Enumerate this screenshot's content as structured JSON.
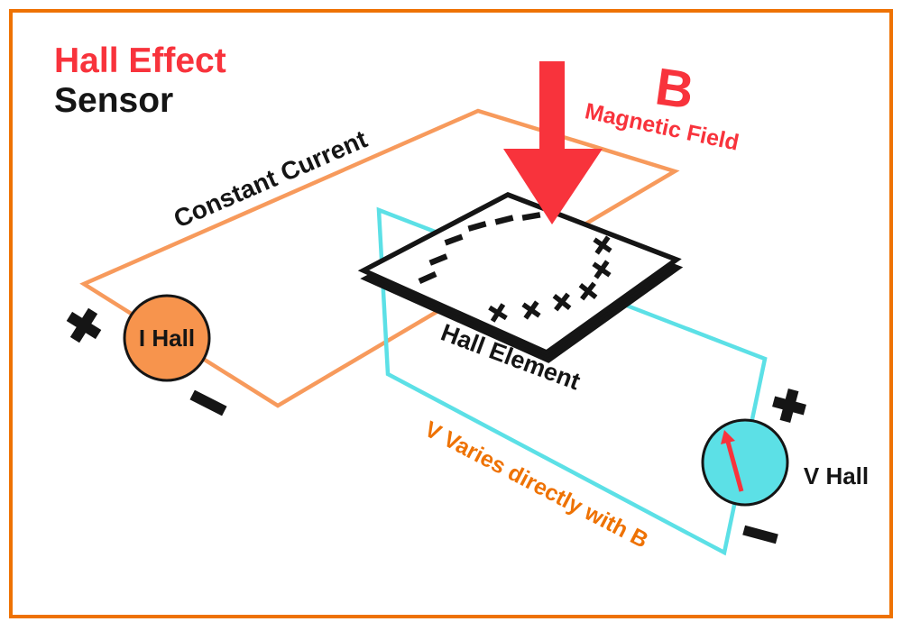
{
  "title": {
    "line1": "Hall Effect",
    "line2": "Sensor",
    "line1_color": "#F8333C",
    "line2_color": "#151515"
  },
  "magnetic_field": {
    "symbol": "B",
    "label": "Magnetic Field",
    "color": "#F8333C",
    "arrow_color": "#F8333C",
    "arrow_direction": "down"
  },
  "circuits": {
    "current_loop": {
      "label": "Constant Current",
      "label_color": "#151515",
      "wire_color": "#F79A5C"
    },
    "voltage_loop": {
      "label": "V Varies directly with B",
      "label_color": "#EE7203",
      "wire_color": "#5CE0E6"
    }
  },
  "hall_element": {
    "label": "Hall Element",
    "plate_fill": "#ffffff",
    "plate_stroke": "#151515",
    "negative_charge_symbol": "−",
    "negative_charge_count": 6,
    "positive_charge_symbol": "+",
    "positive_charge_count": 6
  },
  "meters": {
    "current": {
      "label": "I Hall",
      "fill": "#F7944D",
      "positive_terminal": "+",
      "negative_terminal": "−"
    },
    "voltage": {
      "label": "V Hall",
      "fill": "#5CE0E6",
      "needle_color": "#F8333C",
      "positive_terminal": "+",
      "negative_terminal": "−"
    }
  },
  "frame_color": "#EE7203"
}
